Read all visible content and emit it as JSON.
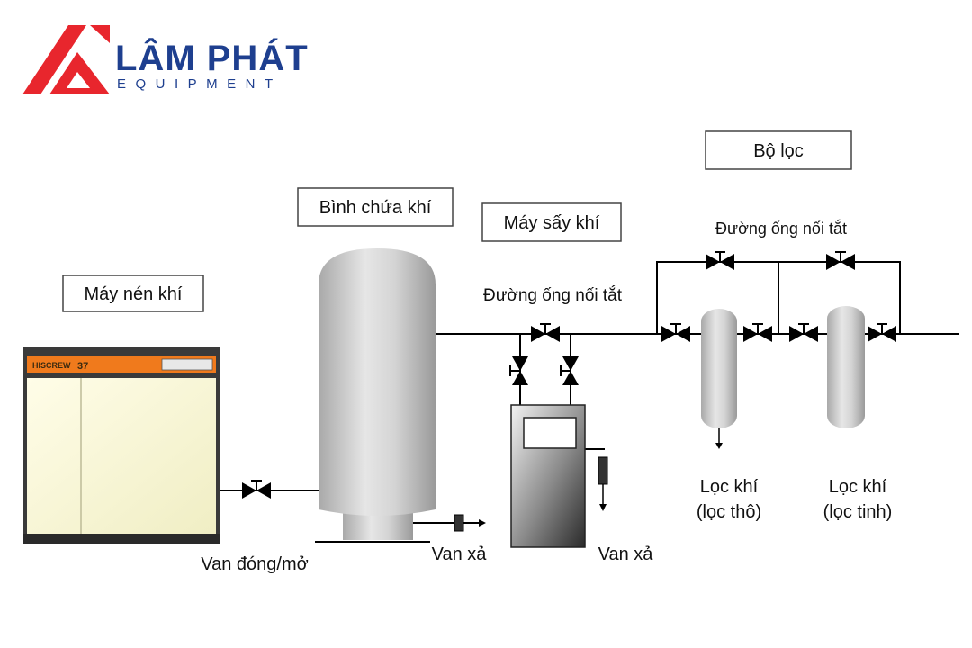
{
  "brand": {
    "name": "LÂM PHÁT",
    "tagline": "EQUIPMENT",
    "primary_color": "#1e3f8f",
    "accent_color": "#e8262d"
  },
  "labels": {
    "compressor": "Máy nén khí",
    "tank": "Bình chứa khí",
    "dryer": "Máy sấy khí",
    "filter_group": "Bộ lọc",
    "bypass_dryer": "Đường ống nối tắt",
    "bypass_filter": "Đường ống nối tắt",
    "shutoff_valve": "Van đóng/mở",
    "drain_tank": "Van xả",
    "drain_dryer": "Van xả",
    "filter_coarse_line1": "Lọc khí",
    "filter_coarse_line2": "(lọc thô)",
    "filter_fine_line1": "Lọc khí",
    "filter_fine_line2": "(lọc tinh)"
  },
  "compressor_panel": {
    "model": "HISCREW",
    "number": "37",
    "panel_color": "#f07a1c"
  }
}
